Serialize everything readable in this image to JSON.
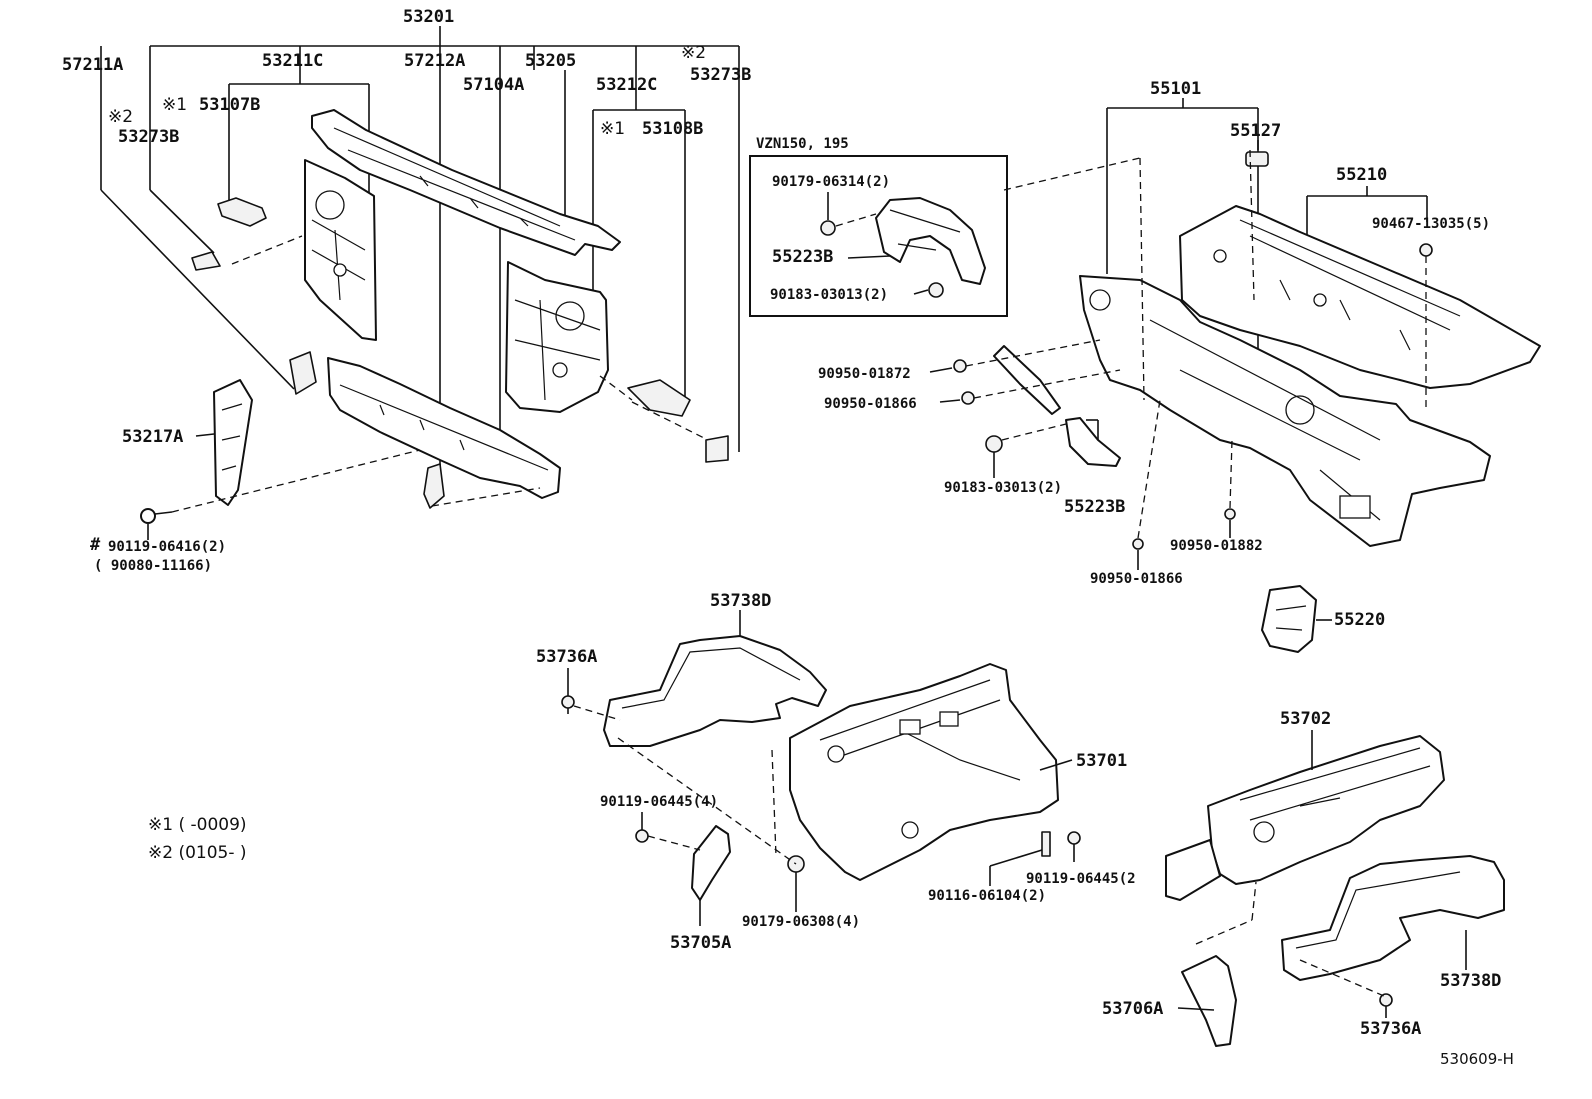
{
  "labels": {
    "p53201": "53201",
    "p57211A": "57211A",
    "p53211C": "53211C",
    "p57212A": "57212A",
    "p53205": "53205",
    "p57104A": "57104A",
    "p53212C": "53212C",
    "note2_a": "※2",
    "p53273B_a": "53273B",
    "note1_a": "※1",
    "p53107B": "53107B",
    "note2_b": "※2",
    "p53273B_b": "53273B",
    "note1_b": "※1",
    "p53108B": "53108B",
    "p53217A": "53217A",
    "hash": "#",
    "p90119_06416": "90119-06416(2)",
    "p90080_11166": "( 90080-11166)",
    "variant": "VZN150, 195",
    "p90179_06314": "90179-06314(2)",
    "p55223B_box": "55223B",
    "p90183_03013_box": "90183-03013(2)",
    "p55101": "55101",
    "p55127": "55127",
    "p55210": "55210",
    "p90467_13035": "90467-13035(5)",
    "p90950_01872": "90950-01872",
    "p90950_01866_a": "90950-01866",
    "p90183_03013": "90183-03013(2)",
    "p55223B": "55223B",
    "p90950_01882": "90950-01882",
    "p90950_01866_b": "90950-01866",
    "p55220": "55220",
    "p53738D_a": "53738D",
    "p53736A_a": "53736A",
    "p53701": "53701",
    "p90119_06445_a": "90119-06445(4)",
    "p90179_06308": "90179-06308(4)",
    "p53705A": "53705A",
    "p90116_06104": "90116-06104(2)",
    "p90119_06445_b": "90119-06445(2",
    "p53702": "53702",
    "p53738D_b": "53738D",
    "p53706A": "53706A",
    "p53736A_b": "53736A",
    "footnote1": "※1 (      -0009)",
    "footnote2": "※2 (0105-      )",
    "drawing_no": "530609-H"
  }
}
